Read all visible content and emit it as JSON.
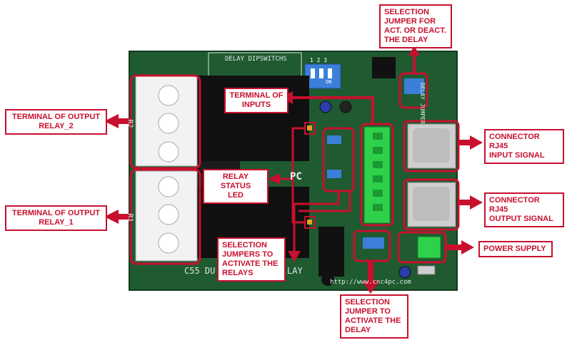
{
  "colors": {
    "pcb": "#1f5a31",
    "pcb_dark": "#174628",
    "annotation_red": "#c8102e",
    "relay_black": "#101010",
    "terminal_white": "#f2f2f2",
    "terminal_green": "#2fd14a",
    "rj45_grey": "#cfcfcf",
    "dip_blue": "#3c7fd8"
  },
  "board": {
    "silk_dipswitch_title": "DELAY DIPSWITCHS",
    "silk_dip_numbers": "1 2 3",
    "silk_dip_on": "ON",
    "silk_r2": "R2",
    "silk_r1": "R1",
    "silk_pc": "PC",
    "silk_bottom_left": "C55 DU",
    "silk_bottom_right": "LAY",
    "silk_url": "http://www.cnc4pc.com",
    "silk_vertical": "DELAY JUMPER"
  },
  "callouts": {
    "jumper_act_deact": [
      "SELECTION",
      "JUMPER FOR",
      "ACT. OR DEACT.",
      "THE DELAY"
    ],
    "terminal_inputs": [
      "TERMINAL OF",
      "INPUTS"
    ],
    "terminal_relay2": [
      "TERMINAL OF OUTPUT",
      "RELAY_2"
    ],
    "relay_status_led": [
      "RELAY STATUS",
      "LED"
    ],
    "terminal_relay1": [
      "TERMINAL OF OUTPUT",
      "RELAY_1"
    ],
    "jumpers_activate_relays": [
      "SELECTION",
      "JUMPERS TO",
      "ACTIVATE THE",
      "RELAYS"
    ],
    "jumper_activate_delay": [
      "SELECTION",
      "JUMPER TO",
      "ACTIVATE THE",
      "DELAY"
    ],
    "rj45_input": [
      "CONNECTOR RJ45",
      "INPUT SIGNAL"
    ],
    "rj45_output": [
      "CONNECTOR RJ45",
      "OUTPUT SIGNAL"
    ],
    "power_supply": [
      "POWER SUPPLY"
    ]
  }
}
